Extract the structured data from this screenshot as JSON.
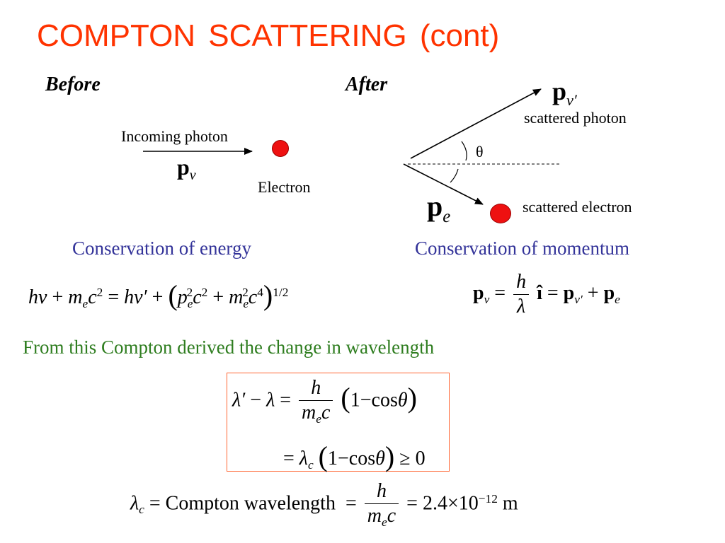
{
  "title": "COMPTON  SCATTERING  (cont)",
  "before_label": "Before",
  "after_label": "After",
  "incoming_photon_label": "Incoming photon",
  "electron_label": "Electron",
  "scattered_photon_label": "scattered photon",
  "scattered_electron_label": "scattered electron",
  "theta_label": "θ",
  "p": "p",
  "nu": "ν",
  "nu_prime": "ν′",
  "e": "e",
  "conservation_energy": "Conservation of energy",
  "conservation_momentum": "Conservation of momentum",
  "derived_text": "From this Compton derived the change in wavelength",
  "compton_wavelength_text": "Compton wavelength",
  "compton_value": "2.4×10",
  "compton_exponent": "−12",
  "compton_unit": "m",
  "colors": {
    "title": "#ff3300",
    "conservation": "#333399",
    "derived": "#2e7d1f",
    "box_border": "#ff6633",
    "particle": "#ee1111"
  }
}
